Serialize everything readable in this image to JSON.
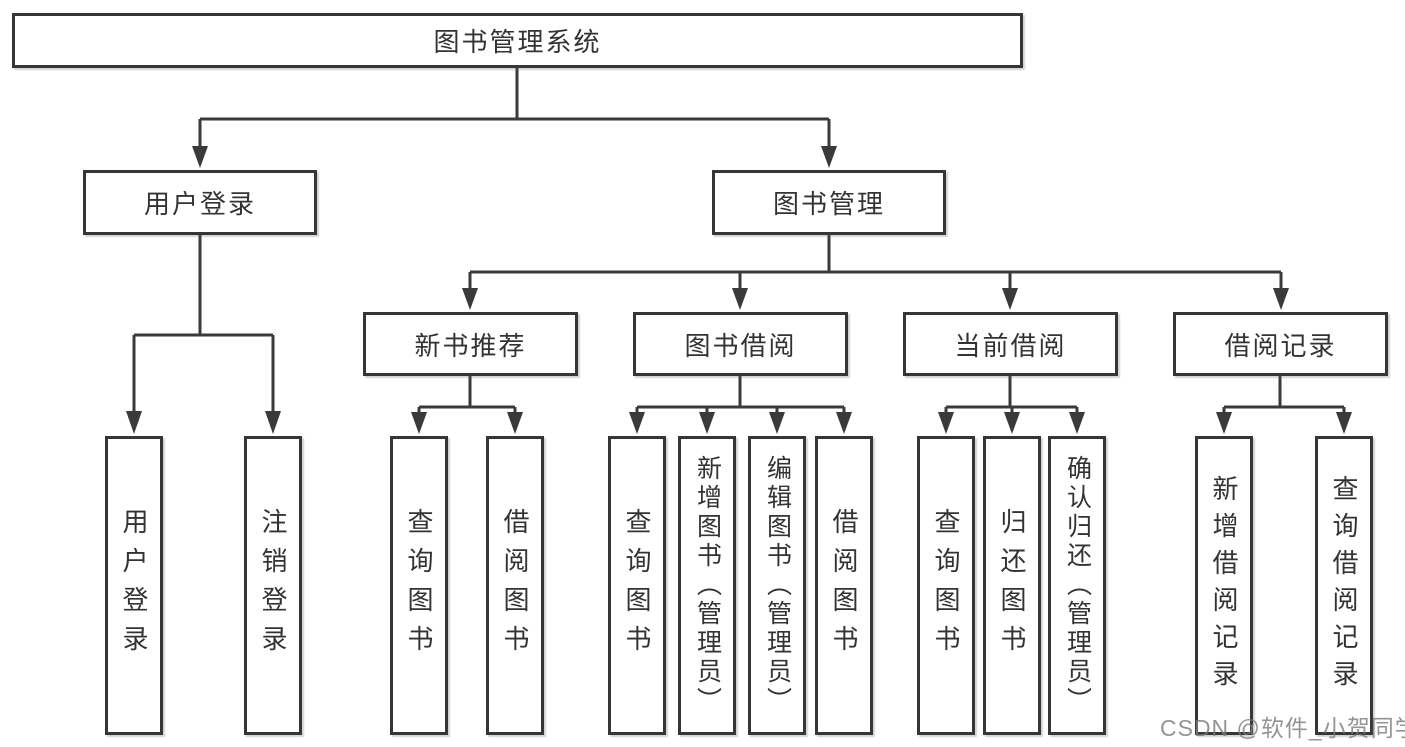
{
  "tree": {
    "label": "图书管理系统",
    "children": [
      {
        "label": "用户登录",
        "children": [
          {
            "label": "用户登录"
          },
          {
            "label": "注销登录"
          }
        ]
      },
      {
        "label": "图书管理",
        "children": [
          {
            "label": "新书推荐",
            "children": [
              {
                "label": "查询图书"
              },
              {
                "label": "借阅图书"
              }
            ]
          },
          {
            "label": "图书借阅",
            "children": [
              {
                "label": "查询图书"
              },
              {
                "label": "新增图书（管理员）"
              },
              {
                "label": "编辑图书（管理员）"
              },
              {
                "label": "借阅图书"
              }
            ]
          },
          {
            "label": "当前借阅",
            "children": [
              {
                "label": "查询图书"
              },
              {
                "label": "归还图书"
              },
              {
                "label": "确认归还（管理员）"
              }
            ]
          },
          {
            "label": "借阅记录",
            "children": [
              {
                "label": "新增借阅记录"
              },
              {
                "label": "查询借阅记录"
              }
            ]
          }
        ]
      }
    ]
  },
  "watermark": "CSDN @软件_小贺同学",
  "colors": {
    "line": "#3a3a3a",
    "box_border": "#363636",
    "box_fill": "#ffffff",
    "text": "#333333",
    "watermark": "#7d7d7d"
  }
}
